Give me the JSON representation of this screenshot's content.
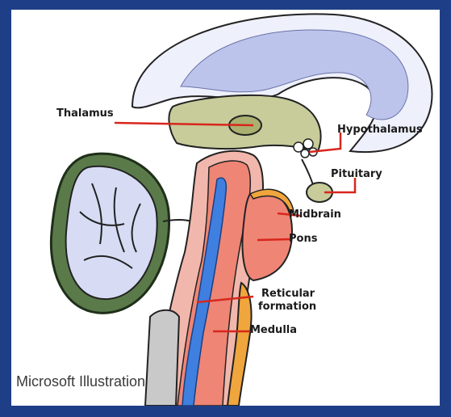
{
  "labels": {
    "thalamus": "Thalamus",
    "hypothalamus": "Hypothalamus",
    "pituitary": "Pituitary",
    "midbrain": "Midbrain",
    "pons": "Pons",
    "reticular_line1": "Reticular",
    "reticular_line2": "formation",
    "medulla": "Medulla"
  },
  "credit": "Microsoft Illustration",
  "colors": {
    "frame": "#1e3f88",
    "leader_line": "#d8261c",
    "cortex_blue": "#bcc4ec",
    "thalamic_olive": "#c7cc9a",
    "pons_pink": "#ef8575",
    "ventricle_blue": "#3f7fe0",
    "cerebellum_green": "#5a7a4a",
    "medulla_orange": "#f0a63c"
  }
}
